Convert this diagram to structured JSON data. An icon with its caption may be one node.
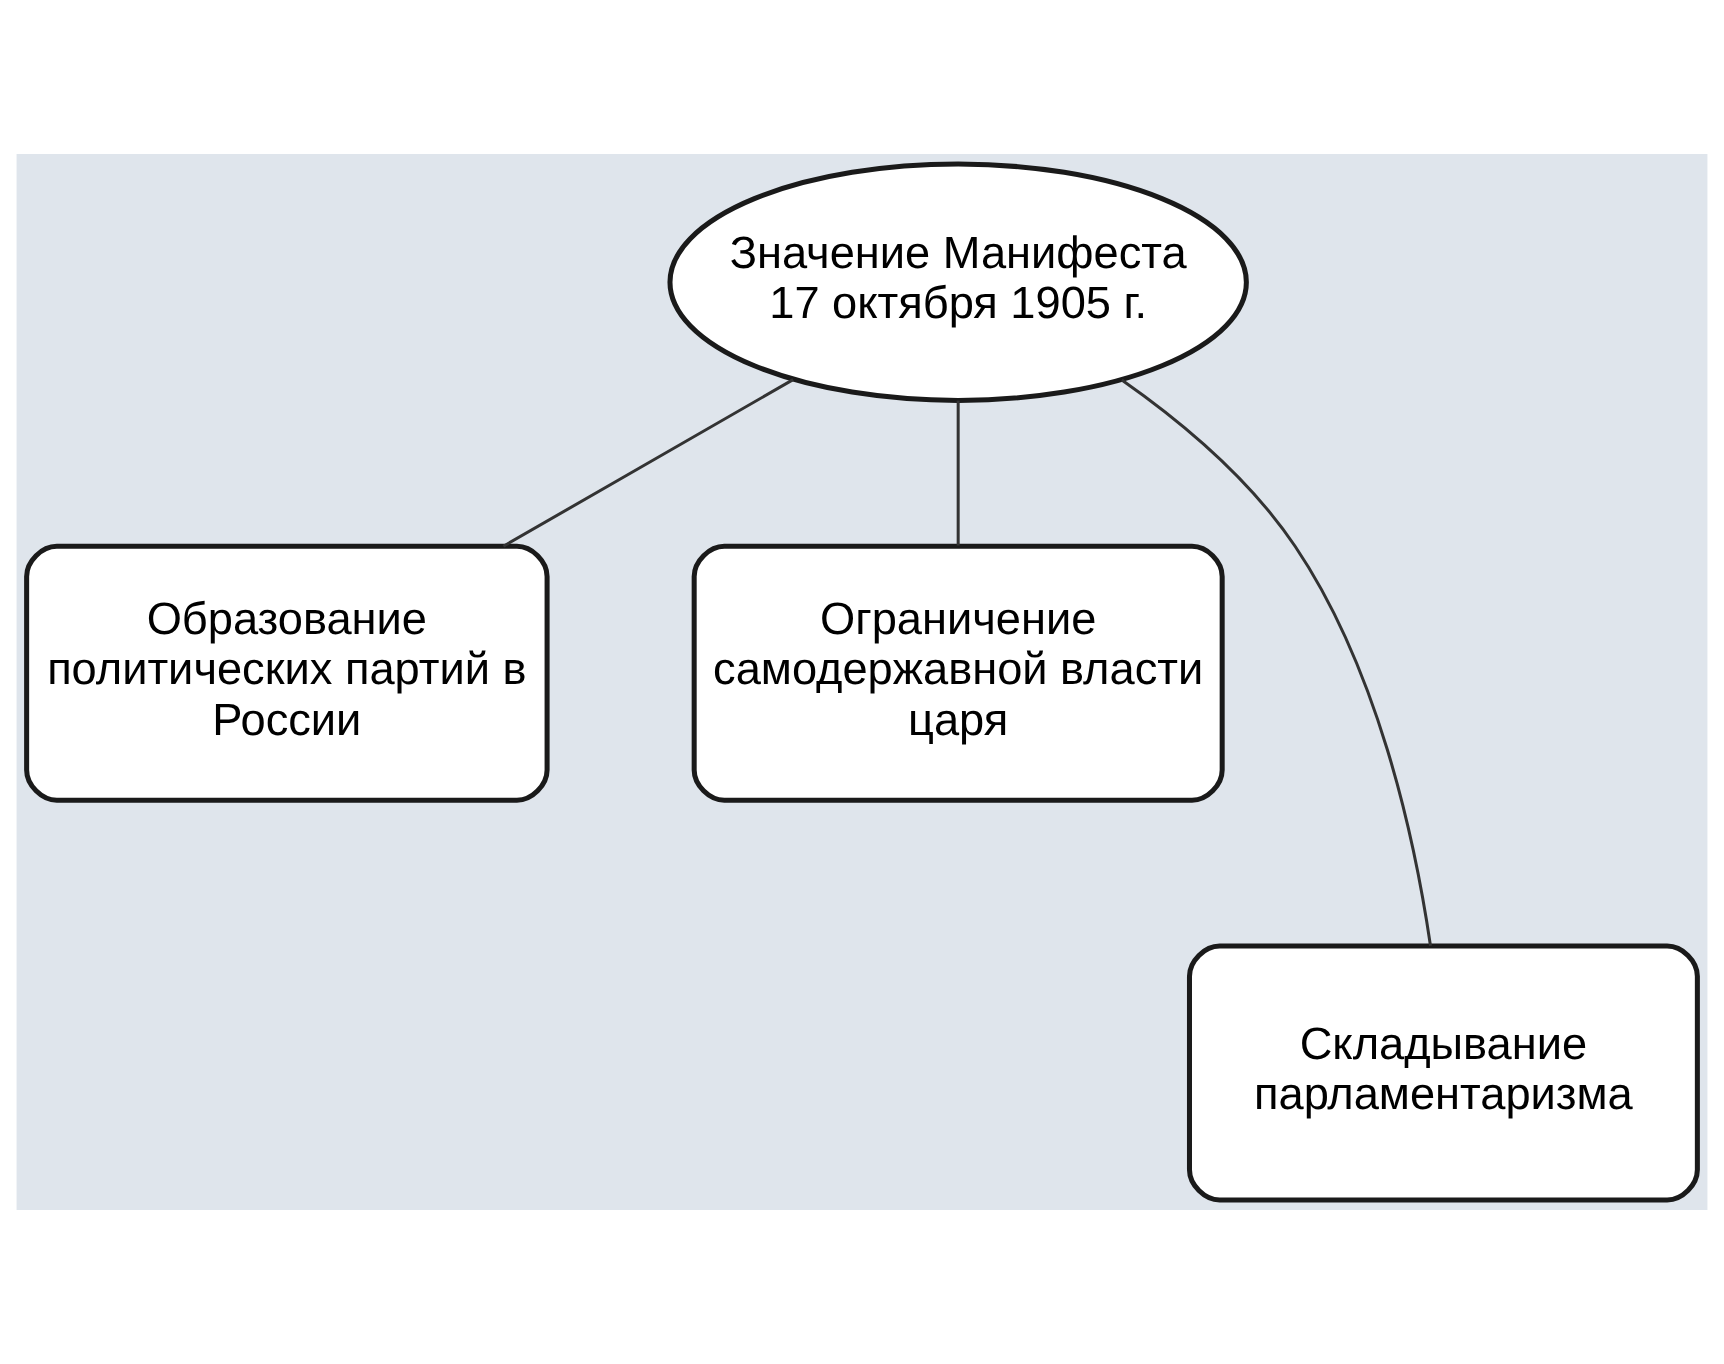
{
  "diagram": {
    "nodes": [
      {
        "text": [
          "Значение Манифеста 17 октября 1905 г."
        ]
      },
      {
        "text": [
          "Образование политических партий в России"
        ]
      },
      {
        "text": [
          "Ограничение самодержавной власти царя"
        ]
      },
      {
        "text": [
          "Складывание парламентаризма"
        ]
      }
    ],
    "edges": [
      {
        "from": 0,
        "to": 1,
        "arrow": "none"
      },
      {
        "from": 0,
        "to": 3,
        "arrow": "none"
      },
      {
        "from": 0,
        "to": 2,
        "arrow": "none"
      }
    ]
  }
}
